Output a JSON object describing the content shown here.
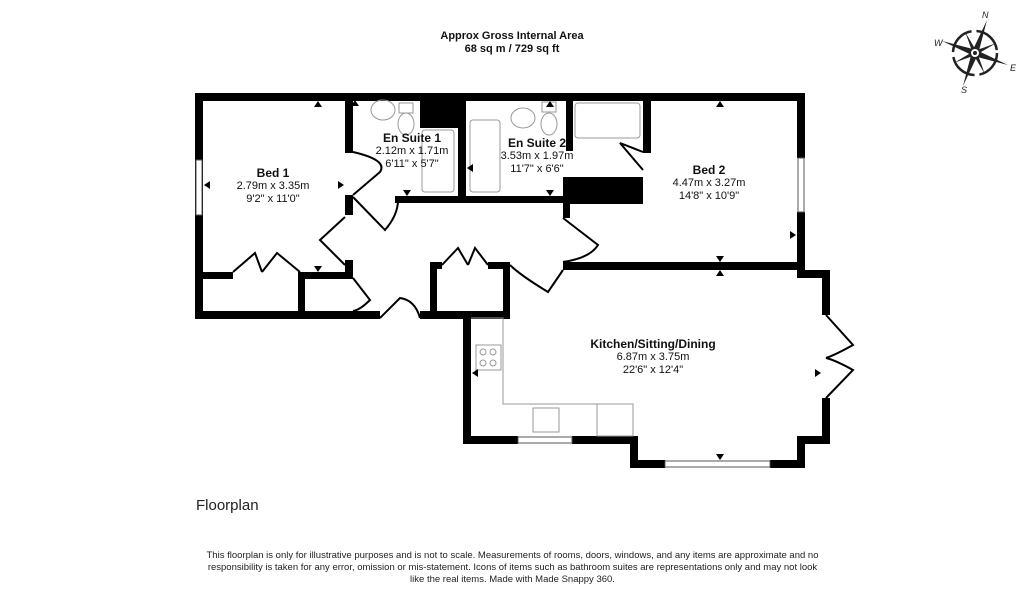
{
  "header": {
    "line1": "Approx Gross Internal Area",
    "line2": "68 sq m / 729 sq ft"
  },
  "compass": {
    "north": "N",
    "east": "E",
    "south": "S",
    "west": "W"
  },
  "rooms": [
    {
      "name": "Bed 1",
      "metric": "2.79m x 3.35m",
      "imperial": "9'2\" x 11'0\""
    },
    {
      "name": "En Suite 1",
      "metric": "2.12m x 1.71m",
      "imperial": "6'11\" x 5'7\""
    },
    {
      "name": "En Suite 2",
      "metric": "3.53m x 1.97m",
      "imperial": "11'7\" x 6'6\""
    },
    {
      "name": "Bed 2",
      "metric": "4.47m x 3.27m",
      "imperial": "14'8\" x 10'9\""
    },
    {
      "name": "Kitchen/Sitting/Dining",
      "metric": "6.87m x 3.75m",
      "imperial": "22'6\" x 12'4\""
    }
  ],
  "floor_title": "Floorplan",
  "disclaimer": "This floorplan is only for illustrative purposes and is not to scale. Measurements of rooms, doors, windows, and any items are approximate and no responsibility is taken for any error, omission or mis-statement. Icons of items such as bathroom suites are representations only and may not look like the real items. Made with Made Snappy 360.",
  "colors": {
    "wall": "#000000",
    "fixture_line": "#999999",
    "background": "#ffffff"
  }
}
